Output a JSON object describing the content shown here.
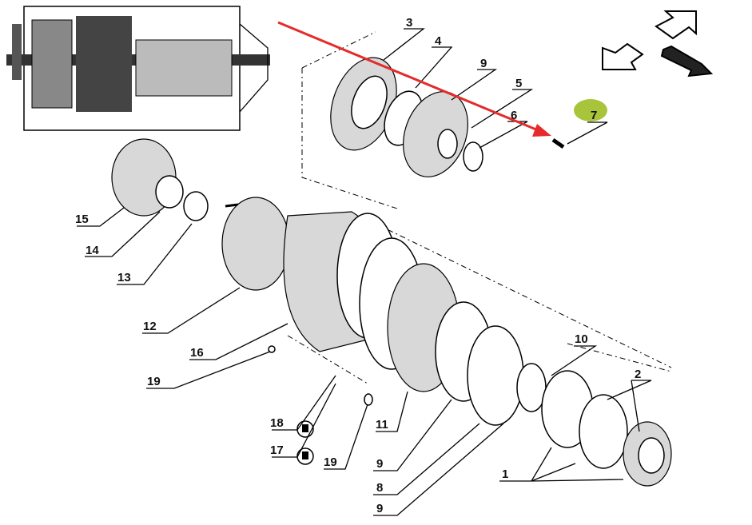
{
  "diagram": {
    "callouts": [
      {
        "id": "c3",
        "text": "3"
      },
      {
        "id": "c4",
        "text": "4"
      },
      {
        "id": "c9a",
        "text": "9"
      },
      {
        "id": "c5",
        "text": "5"
      },
      {
        "id": "c6",
        "text": "6"
      },
      {
        "id": "c7",
        "text": "7",
        "highlighted": true
      },
      {
        "id": "c15",
        "text": "15"
      },
      {
        "id": "c14",
        "text": "14"
      },
      {
        "id": "c13",
        "text": "13"
      },
      {
        "id": "c12",
        "text": "12"
      },
      {
        "id": "c16",
        "text": "16"
      },
      {
        "id": "c19a",
        "text": "19"
      },
      {
        "id": "c10",
        "text": "10"
      },
      {
        "id": "c2",
        "text": "2"
      },
      {
        "id": "c18",
        "text": "18"
      },
      {
        "id": "c17",
        "text": "17"
      },
      {
        "id": "c19b",
        "text": "19"
      },
      {
        "id": "c11",
        "text": "11"
      },
      {
        "id": "c9b",
        "text": "9"
      },
      {
        "id": "c8",
        "text": "8"
      },
      {
        "id": "c9c",
        "text": "9"
      },
      {
        "id": "c1",
        "text": "1"
      }
    ],
    "highlight_color": "#a8c43a",
    "pointer_arrow_color": "#e52b2b",
    "navigation": {
      "prev_icon": "arrow-up-right-icon",
      "next_icon": "arrow-down-left-icon",
      "zoom_icon": "arrow-down-right-icon"
    }
  }
}
